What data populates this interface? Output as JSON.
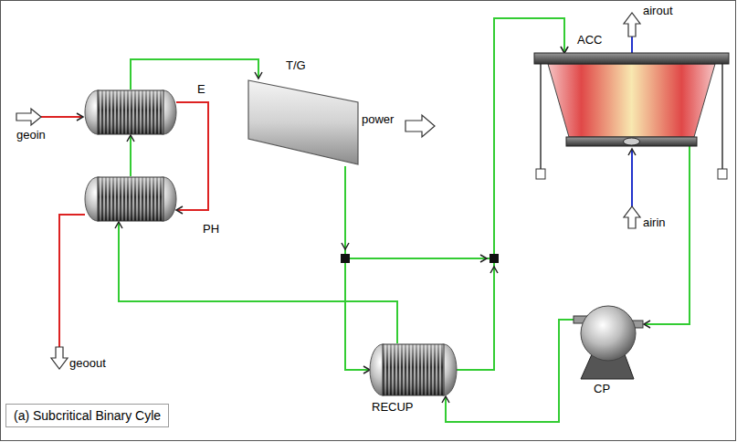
{
  "diagram": {
    "caption": "(a) Subcritical Binary Cyle",
    "nodes": [
      {
        "text": [
          "E"
        ]
      },
      {
        "text": [
          "T/G"
        ]
      },
      {
        "text": [
          "ACC"
        ]
      },
      {
        "text": [
          "PH"
        ]
      },
      {
        "text": [
          "RECUP"
        ]
      },
      {
        "text": [
          "CP"
        ]
      }
    ],
    "edges": [
      {
        "from": 0,
        "to": 1,
        "arrow": "to"
      },
      {
        "from": 1,
        "to": 4,
        "arrow": "to"
      },
      {
        "from": 1,
        "to": 2,
        "arrow": "to"
      },
      {
        "from": 4,
        "to": 2,
        "arrow": "to"
      },
      {
        "from": 2,
        "to": 5,
        "arrow": "to"
      },
      {
        "from": 5,
        "to": 4,
        "arrow": "to"
      },
      {
        "from": 4,
        "to": 3,
        "arrow": "to"
      },
      {
        "from": 3,
        "to": 0,
        "arrow": "to"
      },
      {
        "from": 0,
        "to": 3,
        "arrow": "to"
      }
    ],
    "labels": [
      "geoin",
      "power",
      "airout",
      "airin",
      "geoout"
    ]
  }
}
